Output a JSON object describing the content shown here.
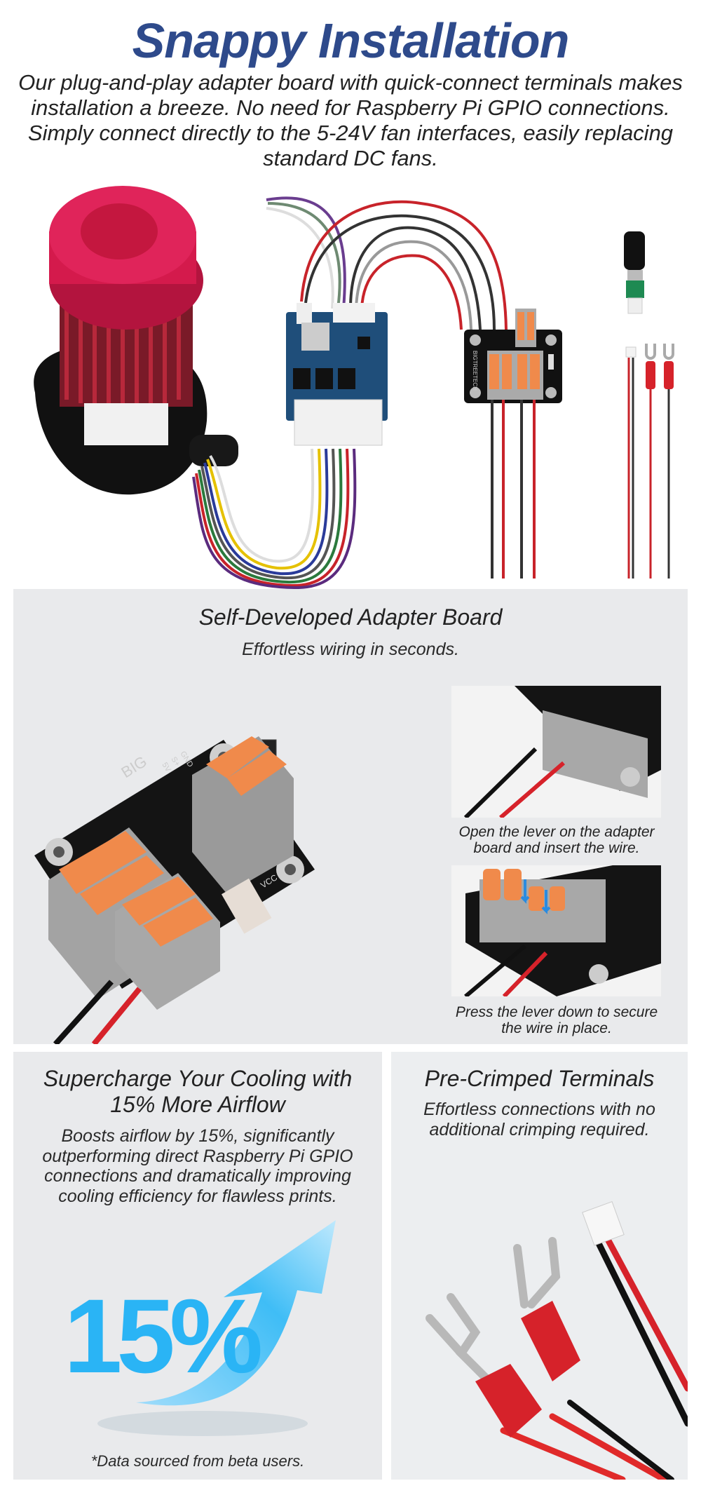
{
  "hero": {
    "title": "Snappy Installation",
    "description": "Our plug-and-play adapter board with quick-connect terminals makes installation a breeze. No need for Raspberry Pi GPIO connections. Simply connect directly to the 5-24V fan interfaces, easily replacing standard DC fans.",
    "board_brand": "BIGTREETECH"
  },
  "adapter_section": {
    "title": "Self-Developed Adapter Board",
    "subtitle": "Effortless wiring in seconds.",
    "board_labels": [
      "BIG",
      "5V",
      "S+",
      "GND",
      "VCC"
    ],
    "steps": [
      {
        "caption": "Open the lever on the adapter board and insert the wire."
      },
      {
        "caption": "Press the lever down to secure the wire in place."
      }
    ]
  },
  "airflow_section": {
    "title": "Supercharge Your Cooling with 15% More Airflow",
    "body": "Boosts airflow by 15%, significantly outperforming direct Raspberry Pi GPIO connections and dramatically improving cooling efficiency for flawless prints.",
    "stat": "15%",
    "footnote": "*Data sourced from beta users.",
    "accent_color": "#2ab4f5"
  },
  "terminals_section": {
    "title": "Pre-Crimped Terminals",
    "body": "Effortless connections with no additional crimping required."
  },
  "colors": {
    "title": "#2e4a8b",
    "panel": "#e9eaec",
    "lever": "#f08a4b",
    "wire_red": "#d6222a"
  }
}
